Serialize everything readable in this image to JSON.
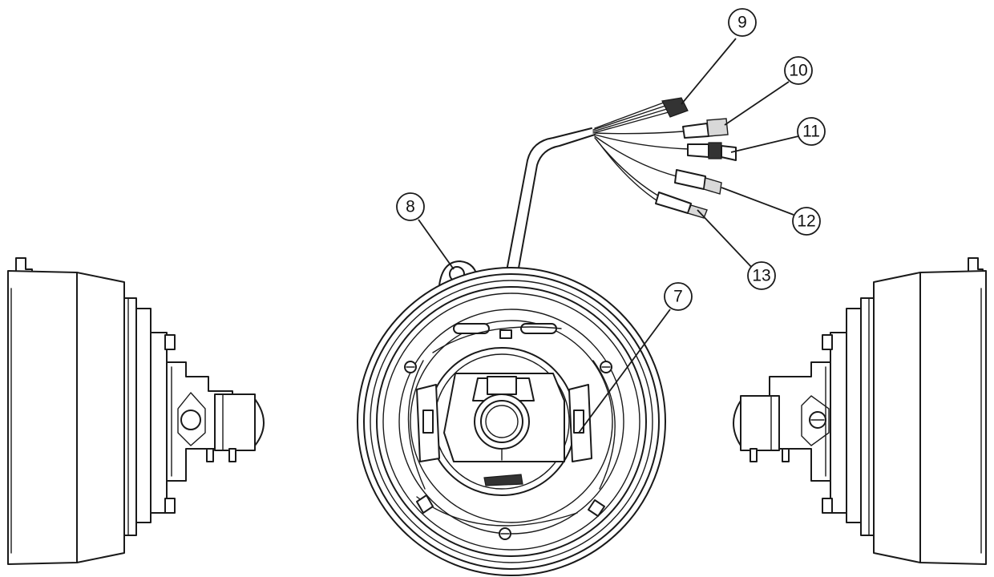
{
  "callouts": [
    {
      "id": "c7",
      "label": "7"
    },
    {
      "id": "c8",
      "label": "8"
    },
    {
      "id": "c9",
      "label": "9"
    },
    {
      "id": "c10",
      "label": "10"
    },
    {
      "id": "c11",
      "label": "11"
    },
    {
      "id": "c12",
      "label": "12"
    },
    {
      "id": "c13",
      "label": "13"
    }
  ]
}
